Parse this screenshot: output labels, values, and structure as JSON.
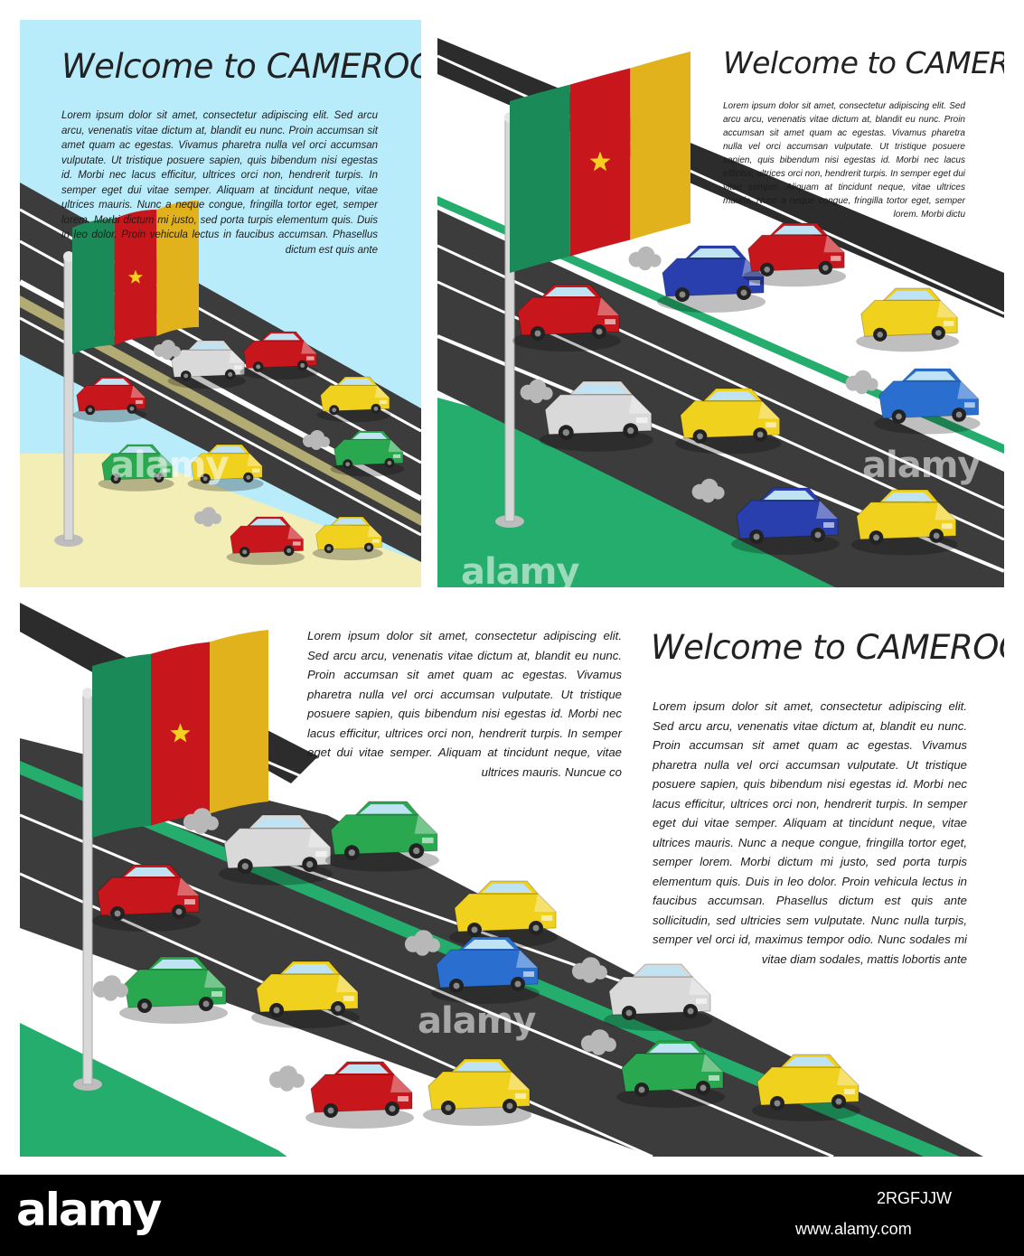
{
  "panels": [
    {
      "title": "Welcome to CAMEROON",
      "body": "Lorem ipsum dolor sit amet, consectetur adipiscing elit. Sed arcu arcu, venenatis vitae dictum at, blandit eu nunc. Proin accumsan sit amet quam ac egestas. Vivamus pharetra nulla vel orci accumsan vulputate. Ut tristique posuere sapien, quis bibendum nisi egestas id. Morbi nec lacus efficitur, ultrices orci non, hendrerit turpis. In semper eget dui vitae semper. Aliquam at tincidunt neque, vitae ultrices mauris. Nunc a neque congue, fringilla tortor eget, semper lorem. Morbi dictum mi justo, sed porta turpis elementum quis. Duis in leo dolor. Proin vehicula lectus in faucibus accumsan. Phasellus dictum est quis ante"
    },
    {
      "title": "Welcome to CAMEROON",
      "body": "Lorem ipsum dolor sit amet, consectetur adipiscing elit. Sed arcu arcu, venenatis vitae dictum at, blandit eu nunc. Proin accumsan sit amet quam ac egestas. Vivamus pharetra nulla vel orci accumsan vulputate. Ut tristique posuere sapien, quis bibendum nisi egestas id. Morbi nec lacus efficitur, ultrices orci non, hendrerit turpis. In semper eget dui vitae semper. Aliquam at tincidunt neque, vitae ultrices mauris. Nunc a neque congue, fringilla tortor eget, semper lorem. Morbi dictu"
    },
    {
      "body_left": "Lorem ipsum dolor sit amet, consectetur adipiscing elit. Sed arcu arcu, venenatis vitae dictum at, blandit eu nunc. Proin accumsan sit amet quam ac egestas. Vivamus pharetra nulla vel orci accumsan vulputate. Ut tristique posuere sapien, quis bibendum nisi egestas id. Morbi nec lacus efficitur, ultrices orci non, hendrerit turpis. In semper eget dui vitae semper. Aliquam at tincidunt neque, vitae ultrices mauris. Nuncue co",
      "title": "Welcome to CAMEROON",
      "body_right": "Lorem ipsum dolor sit amet, consectetur adipiscing elit. Sed arcu arcu, venenatis vitae dictum at, blandit eu nunc. Proin accumsan sit amet quam ac egestas. Vivamus pharetra nulla vel orci accumsan vulputate. Ut tristique posuere sapien, quis bibendum nisi egestas id. Morbi nec lacus efficitur, ultrices orci non, hendrerit turpis. In semper eget dui vitae semper. Aliquam at tincidunt neque, vitae ultrices mauris. Nunc a neque congue, fringilla tortor eget, semper lorem. Morbi dictum mi justo, sed porta turpis elementum quis. Duis in leo dolor. Proin vehicula lectus in faucibus accumsan. Phasellus dictum est quis ante sollicitudin, sed ultricies sem vulputate. Nunc nulla turpis, semper vel orci id, maximus tempor odio. Nunc sodales mi vitae diam sodales, mattis lobortis ante"
    }
  ],
  "watermark": "alamy",
  "footer": {
    "logo": "alamy",
    "image_id": "2RGFJJW",
    "site": "www.alamy.com"
  },
  "colors": {
    "sky": "#b9ecfb",
    "sand": "#f3eeb5",
    "grass": "#24ad6c",
    "road": "#3c3c3c",
    "flag_green": "#1a8a58",
    "flag_red": "#c8161d",
    "flag_yellow": "#e2b21c",
    "star": "#f4cf1f"
  },
  "car_colors": [
    "#c8161d",
    "#d9d9d9",
    "#f0d21e",
    "#2aa84f",
    "#2a3fae",
    "#2a6fcf"
  ]
}
